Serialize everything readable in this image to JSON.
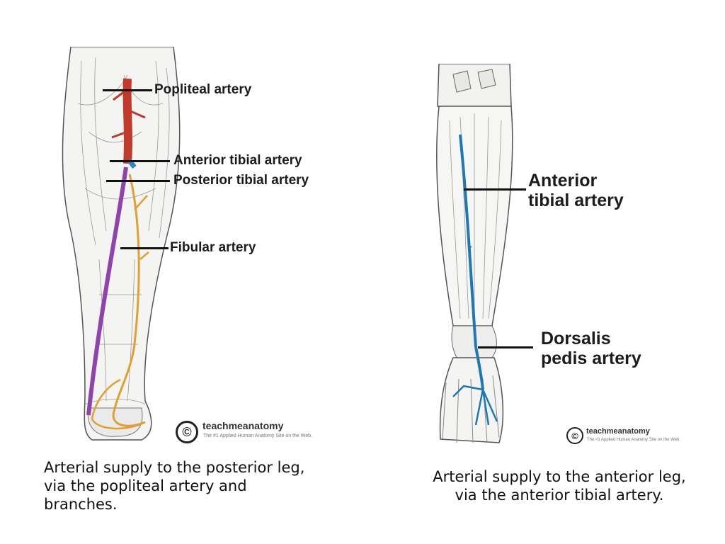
{
  "left_figure": {
    "labels": {
      "popliteal": "Popliteal artery",
      "anterior_tibial": "Anterior tibial artery",
      "posterior_tibial": "Posterior tibial artery",
      "fibular": "Fibular artery"
    },
    "watermark": {
      "symbol": "©",
      "brand": "teachmeanatomy",
      "tagline": "The #1 Applied Human Anatomy Site on the Web."
    },
    "caption_lines": [
      "Arterial supply to the posterior leg,",
      "via the popliteal artery and",
      "branches."
    ]
  },
  "right_figure": {
    "labels": {
      "anterior_tibial_line1": "Anterior",
      "anterior_tibial_line2": "tibial artery",
      "dorsalis_line1": "Dorsalis",
      "dorsalis_line2": "pedis artery"
    },
    "watermark": {
      "symbol": "©",
      "brand": "teachmeanatomy",
      "tagline": "The #1 Applied Human Anatomy Site on the Web."
    },
    "caption_lines": [
      "Arterial supply to the anterior leg,",
      "via the anterior tibial artery."
    ]
  },
  "colors": {
    "popliteal": "#c0392b",
    "anterior_tibial": "#2e86c1",
    "posterior_tibial": "#8e44ad",
    "fibular": "#e0a030",
    "anterior_tibial_right": "#1f77b4"
  }
}
